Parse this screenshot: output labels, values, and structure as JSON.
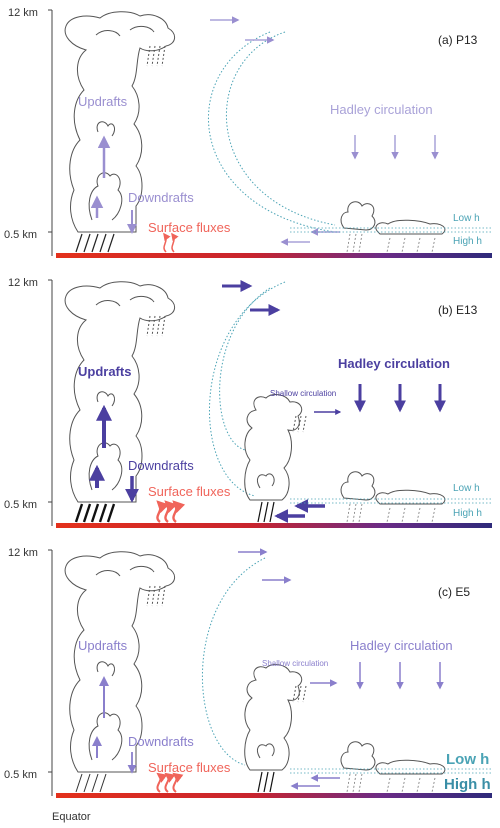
{
  "colors": {
    "cloud_stroke": "#555555",
    "teal": "#4aa3b5",
    "surface_red": "#e3311c",
    "surface_purple": "#5a2d8c",
    "surface_blue": "#2e2a7a",
    "flux_red": "#f0645a"
  },
  "axis": {
    "top_label": "12 km",
    "bottom_label": "0.5 km",
    "equator_label": "Equator"
  },
  "labels": {
    "updrafts": "Updrafts",
    "downdrafts": "Downdrafts",
    "surface_fluxes": "Surface fluxes",
    "hadley": "Hadley circulation",
    "shallow": "Shallow circulation",
    "low_h": "Low h",
    "high_h": "High h"
  },
  "panels": [
    {
      "id": "a",
      "label": "(a) P13",
      "arrow_color": "#9a8fd0",
      "hadley_color": "#a9a2d8",
      "has_shallow": false
    },
    {
      "id": "b",
      "label": "(b) E13",
      "arrow_color": "#4b3fa0",
      "hadley_color": "#4b3fa0",
      "has_shallow": true
    },
    {
      "id": "c",
      "label": "(c) E5",
      "arrow_color": "#8a7fcc",
      "hadley_color": "#8a7fcc",
      "has_shallow": true
    }
  ]
}
